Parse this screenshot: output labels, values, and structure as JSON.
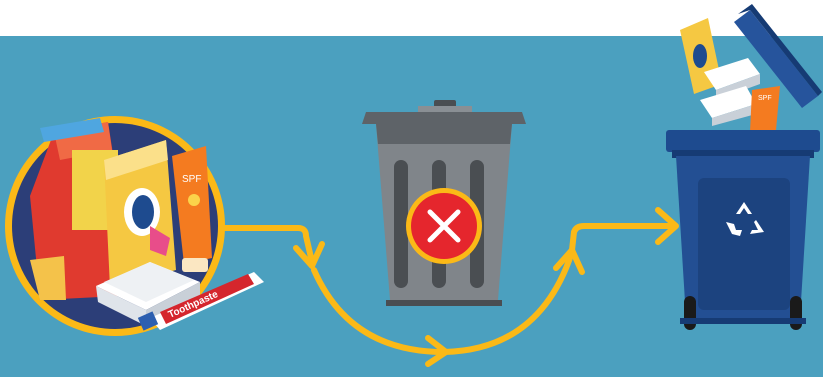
{
  "colors": {
    "background_top": "#ffffff",
    "panel": "#4ba0bf",
    "arrow": "#fbb917",
    "bin_blue": "#1e4b8f",
    "trash_gray": "#767b80",
    "no_red": "#e5262d"
  },
  "icons": {
    "packaging_group": "mixed-packaging-icon",
    "trash_can": "trash-can-icon",
    "cross_mark": "x-cross-icon",
    "recycle_bin": "recycling-bin-icon",
    "recycle_symbol": "recycle-symbol-icon"
  },
  "labels": {
    "sunscreen": "SPF",
    "toothpaste": "Toothpaste",
    "recycled_sunscreen": "SPF"
  }
}
